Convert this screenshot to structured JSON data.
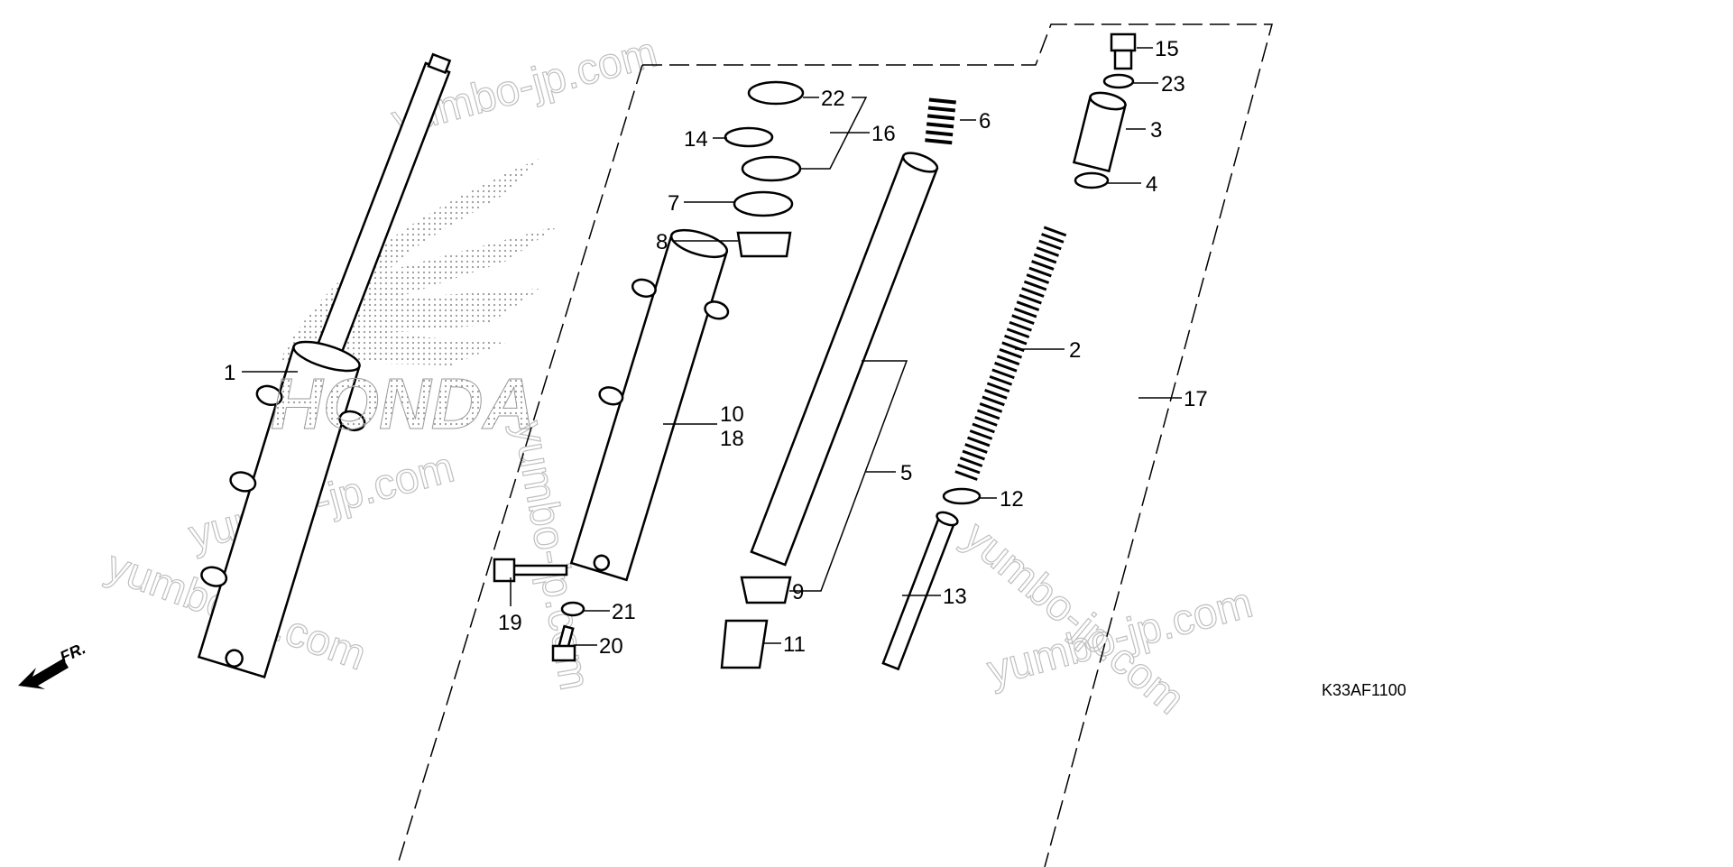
{
  "diagram": {
    "code": "K33AF1100",
    "direction_label": "FR.",
    "logo_text": "HONDA",
    "watermark": "yumbo-jp.com",
    "labels": {
      "p1": "1",
      "p2": "2",
      "p3": "3",
      "p4": "4",
      "p5": "5",
      "p6": "6",
      "p7": "7",
      "p8": "8",
      "p9": "9",
      "p10": "10",
      "p11": "11",
      "p12": "12",
      "p13": "13",
      "p14": "14",
      "p15": "15",
      "p16": "16",
      "p17": "17",
      "p18": "18",
      "p19": "19",
      "p20": "20",
      "p21": "21",
      "p22": "22",
      "p23": "23"
    }
  }
}
